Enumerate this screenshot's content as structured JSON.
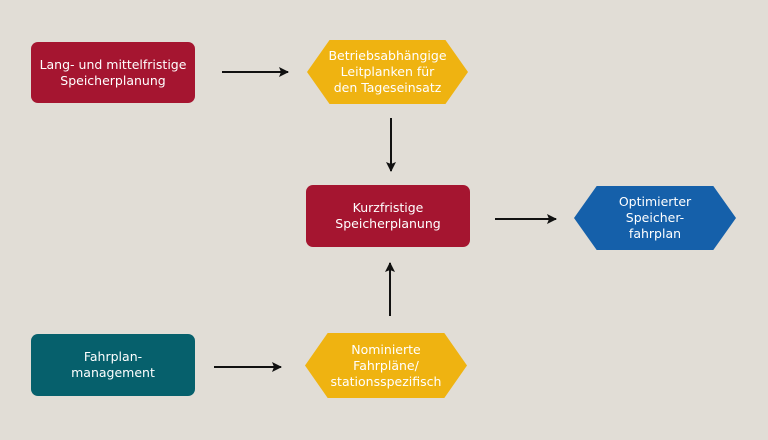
{
  "colors": {
    "background": "#e1ddd6",
    "red": "#a51530",
    "yellow": "#efb311",
    "blue": "#1560aa",
    "teal": "#06606c",
    "arrow": "#111111"
  },
  "nodes": {
    "long_term": {
      "label": "Lang- und mittelfristige\nSpeicherplanung"
    },
    "guidelines": {
      "label": "Betriebsabhängige\nLeitplanken für\nden Tageseinsatz"
    },
    "short_term": {
      "label": "Kurzfristige\nSpeicherplanung"
    },
    "optimized": {
      "label": "Optimierter\nSpeicher-\nfahrplan"
    },
    "schedule_mgmt": {
      "label": "Fahrplan-\nmanagement"
    },
    "nominated": {
      "label": "Nominierte\nFahrpläne/\nstationsspezifisch"
    }
  },
  "edges": [
    {
      "from": "long_term",
      "to": "guidelines"
    },
    {
      "from": "guidelines",
      "to": "short_term"
    },
    {
      "from": "short_term",
      "to": "optimized"
    },
    {
      "from": "schedule_mgmt",
      "to": "nominated"
    },
    {
      "from": "nominated",
      "to": "short_term"
    }
  ]
}
